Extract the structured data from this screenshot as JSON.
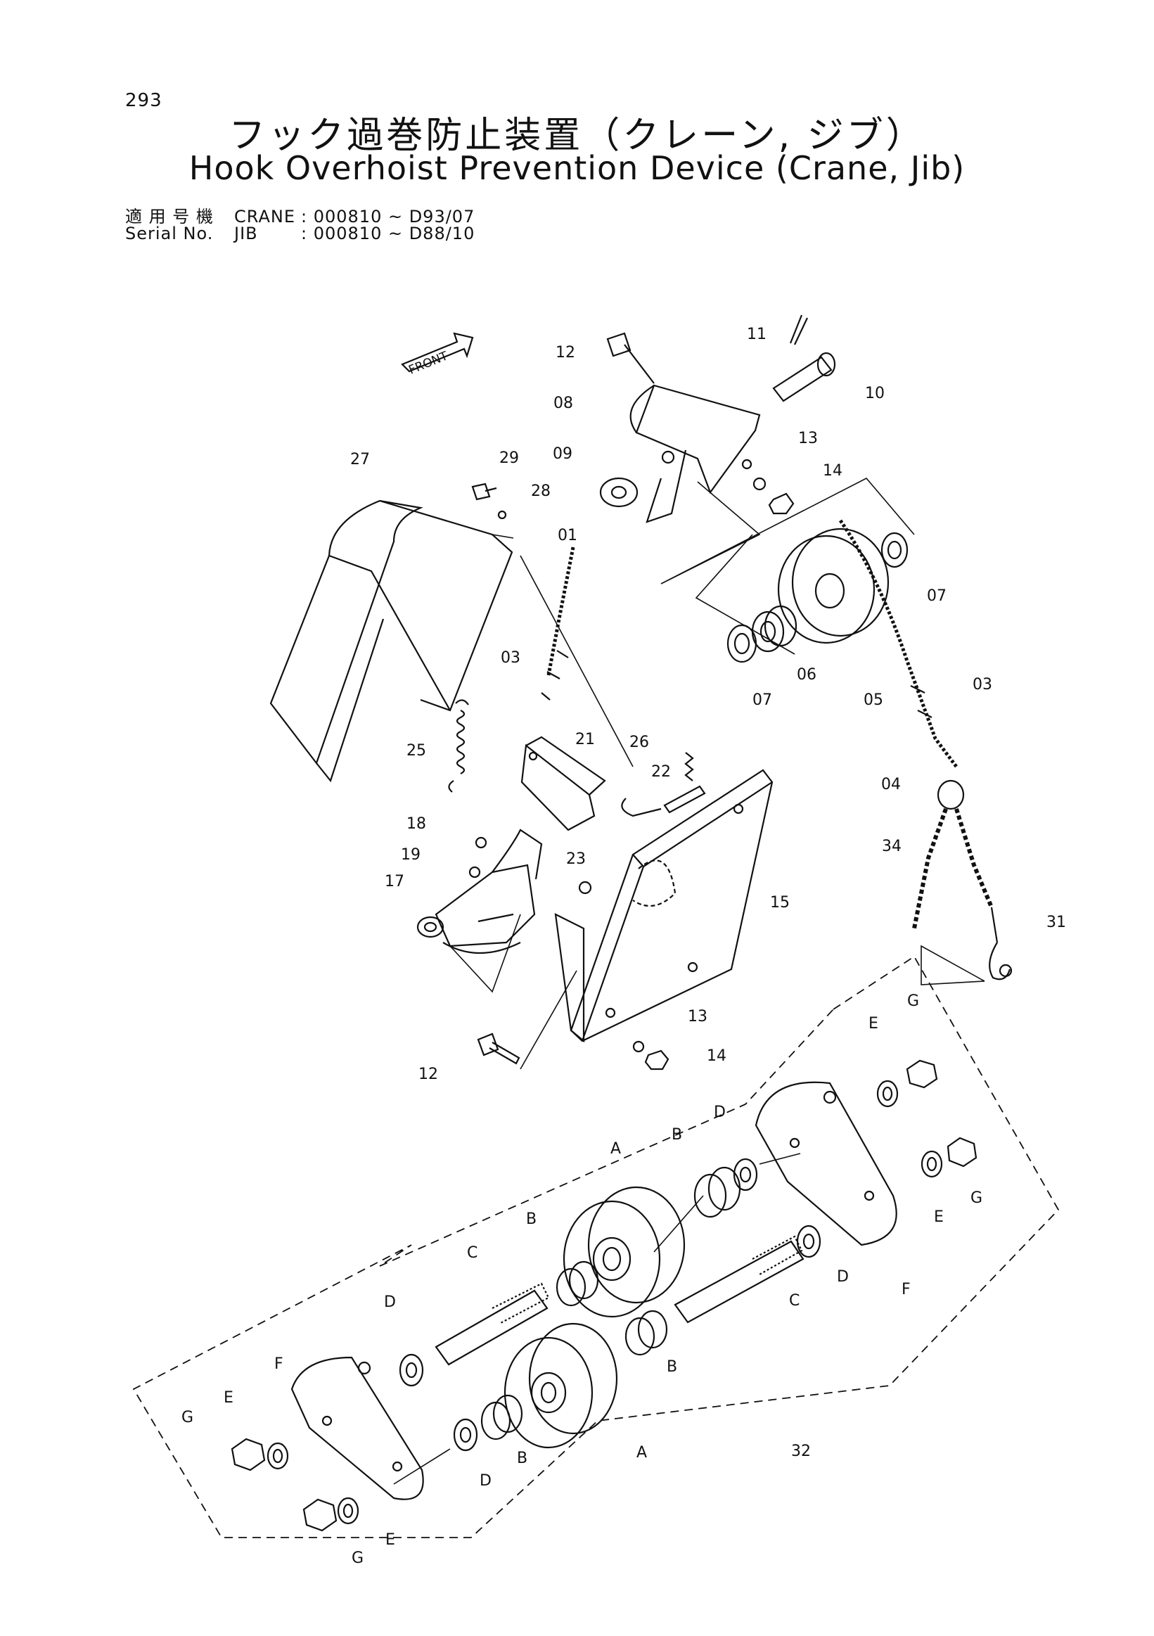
{
  "page_number": "293",
  "title_jp": "フック過巻防止装置（クレーン, ジブ）",
  "title_en": "Hook Overhoist Prevention Device (Crane, Jib)",
  "serial": {
    "label_jp": "適 用 号 機",
    "label_en": "Serial No.",
    "rows": [
      {
        "model": "CRANE",
        "range": ": 000810 ~ D93/07"
      },
      {
        "model": "JIB",
        "range": ": 000810 ~ D88/10"
      }
    ]
  },
  "front_marker": "FRONT",
  "part_labels": [
    "01",
    "03",
    "03",
    "04",
    "05",
    "06",
    "07",
    "07",
    "08",
    "09",
    "10",
    "11",
    "12",
    "12",
    "13",
    "13",
    "14",
    "14",
    "15",
    "17",
    "18",
    "19",
    "21",
    "22",
    "23",
    "25",
    "26",
    "27",
    "28",
    "29",
    "31",
    "32",
    "34"
  ],
  "sub_labels": [
    "A",
    "A",
    "B",
    "B",
    "B",
    "B",
    "C",
    "C",
    "D",
    "D",
    "D",
    "D",
    "E",
    "E",
    "E",
    "E",
    "F",
    "F",
    "G",
    "G",
    "G",
    "G"
  ]
}
